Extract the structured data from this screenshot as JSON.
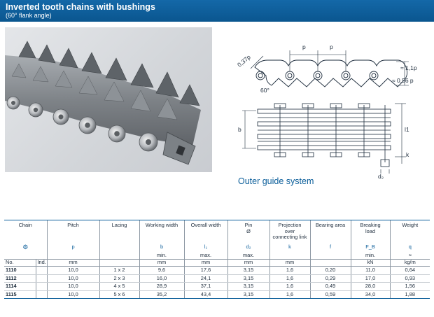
{
  "header": {
    "title": "Inverted tooth chains with bushings",
    "subtitle": "(60° flank angle)"
  },
  "drawing": {
    "labels": {
      "flank_radius": "0,37p",
      "pitch_a": "p",
      "pitch_b": "p",
      "height": "≈ 1,1p",
      "half_height": "≈ 0,56 p",
      "angle": "60°",
      "b": "b",
      "l1": "l1",
      "k": "k",
      "d2": "d₂"
    }
  },
  "caption": "Outer guide system",
  "table": {
    "headers": {
      "chain": "Chain",
      "pitch": "Pitch",
      "lacing": "Lacing",
      "working_width": "Working width",
      "overall_width": "Overall width",
      "pin": "Pin",
      "pin_symbol": "Ø",
      "projection_1": "Projection",
      "projection_2": "over",
      "projection_3": "connecting link",
      "bearing_area": "Bearing area",
      "breaking_1": "Breaking",
      "breaking_2": "load",
      "weight": "Weight"
    },
    "symbols": {
      "pitch": "p",
      "working_width": "b",
      "overall_width": "l₁",
      "pin": "d₂",
      "projection": "k",
      "bearing_area": "f",
      "breaking_load": "F_B",
      "weight": "q"
    },
    "subsymbols": {
      "working_width": "min.",
      "overall_width": "max.",
      "pin": "max.",
      "breaking_load": "min.",
      "weight": "≈"
    },
    "units": {
      "no": "No.",
      "ind": "Ind.",
      "pitch": "mm",
      "working_width": "mm",
      "overall_width": "mm",
      "pin": "mm",
      "projection": "mm",
      "breaking_load": "kN",
      "weight": "kg/m"
    },
    "rows": [
      {
        "no": "1110",
        "ind": "",
        "pitch": "10,0",
        "lacing": "1 x 2",
        "b": "9,6",
        "l1": "17,6",
        "d2": "3,15",
        "k": "1,6",
        "f": "0,20",
        "fb": "11,0",
        "q": "0,64"
      },
      {
        "no": "1112",
        "ind": "",
        "pitch": "10,0",
        "lacing": "2 x 3",
        "b": "16,0",
        "l1": "24,1",
        "d2": "3,15",
        "k": "1,6",
        "f": "0,29",
        "fb": "17,0",
        "q": "0,93"
      },
      {
        "no": "1114",
        "ind": "",
        "pitch": "10,0",
        "lacing": "4 x 5",
        "b": "28,9",
        "l1": "37,1",
        "d2": "3,15",
        "k": "1,6",
        "f": "0,49",
        "fb": "28,0",
        "q": "1,56"
      },
      {
        "no": "1115",
        "ind": "",
        "pitch": "10,0",
        "lacing": "5 x 6",
        "b": "35,2",
        "l1": "43,4",
        "d2": "3,15",
        "k": "1,6",
        "f": "0,59",
        "fb": "34,0",
        "q": "1,88"
      }
    ]
  },
  "colors": {
    "brand_blue": "#0b5e9a",
    "text": "#1d2c3c"
  },
  "icons": {
    "chain_symbol": "gear-icon",
    "breaking_symbol": "gear-icon"
  }
}
